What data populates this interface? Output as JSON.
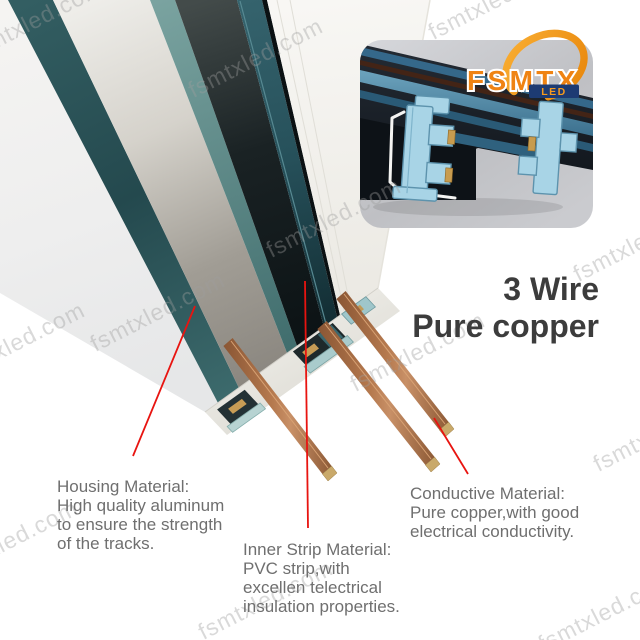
{
  "brand": {
    "name": "FSMTX",
    "sub": "LED",
    "watermark": "fsmtxled.com"
  },
  "headline": {
    "line1": "3 Wire",
    "line2": "Pure copper"
  },
  "annotations": {
    "housing": {
      "lines": [
        "Housing Material:",
        "High quality aluminum",
        "to ensure the strength",
        "of the tracks."
      ]
    },
    "inner_strip": {
      "lines": [
        "Inner Strip Material:",
        "PVC strip,with",
        "excellen telectrical",
        "insulation properties."
      ]
    },
    "conductive": {
      "lines": [
        "Conductive Material:",
        "Pure copper,with good",
        "electrical conductivity."
      ]
    }
  },
  "colors": {
    "callout_red": "#e81410",
    "logo_orange": "#ef8313",
    "logo_navy": "#1d3b73",
    "copper": "#b5794e",
    "inner_strip_teal": "#26505a",
    "pvc_light_blue": "#a8d4e6",
    "housing_white": "#f2f1ec",
    "headline_gray": "#3c3c3c",
    "caption_gray": "#6f6f6f"
  }
}
